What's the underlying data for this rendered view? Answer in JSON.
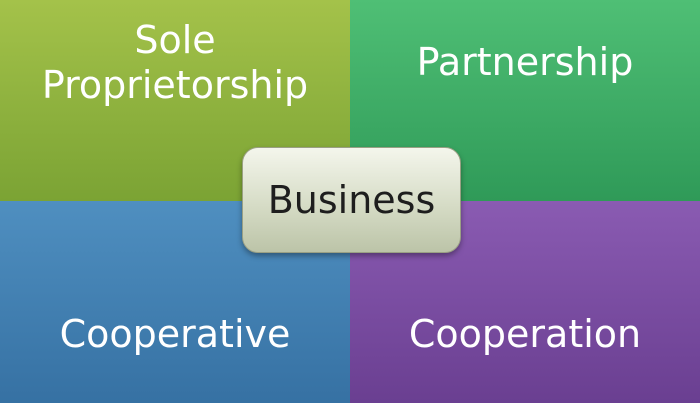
{
  "diagram": {
    "center": "Business",
    "quadrants": {
      "top_left": "Sole Proprietorship",
      "top_right": "Partnership",
      "bottom_left": "Cooperative",
      "bottom_right": "Cooperation"
    },
    "colors": {
      "top_left": "#8db23e",
      "top_right": "#3daa64",
      "bottom_left": "#4380b2",
      "bottom_right": "#7a4da2",
      "center": "#d6dcc6"
    }
  }
}
